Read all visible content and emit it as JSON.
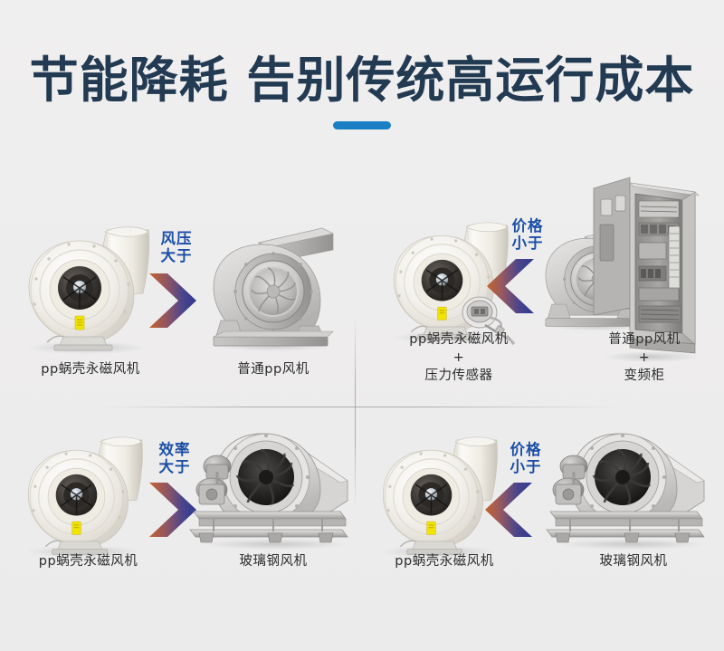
{
  "header": {
    "title": "节能降耗 告别传统高运行成本",
    "accent_color": "#1b7fc4",
    "title_color": "#223a52"
  },
  "theme": {
    "background": "#efeeee",
    "label_blue": "#1b4fa6",
    "arrow_gradient_from": "#c4632c",
    "arrow_gradient_to": "#2e3a8f",
    "caption_color": "#2c2c2c"
  },
  "comparisons": [
    {
      "id": "q1",
      "label_line1": "风压",
      "label_line2": "大于",
      "arrow_direction": "right",
      "left": {
        "product": "pp-volute-permanent-magnet-fan",
        "caption_lines": [
          "pp蜗壳永磁风机"
        ]
      },
      "right": {
        "product": "ordinary-pp-fan",
        "caption_lines": [
          "普通pp风机"
        ]
      }
    },
    {
      "id": "q2",
      "label_line1": "价格",
      "label_line2": "小于",
      "arrow_direction": "left",
      "left": {
        "product": "pp-fan-with-pressure-sensor",
        "caption_lines": [
          "pp蜗壳永磁风机",
          "+",
          "压力传感器"
        ]
      },
      "right": {
        "product": "ordinary-pp-fan-with-vfd-cabinet",
        "caption_lines": [
          "普通pp风机",
          "+",
          "变频柜"
        ]
      }
    },
    {
      "id": "q3",
      "label_line1": "效率",
      "label_line2": "大于",
      "arrow_direction": "right",
      "left": {
        "product": "pp-volute-permanent-magnet-fan",
        "caption_lines": [
          "pp蜗壳永磁风机"
        ]
      },
      "right": {
        "product": "frp-fan",
        "caption_lines": [
          "玻璃钢风机"
        ]
      }
    },
    {
      "id": "q4",
      "label_line1": "价格",
      "label_line2": "小于",
      "arrow_direction": "left",
      "left": {
        "product": "pp-volute-permanent-magnet-fan",
        "caption_lines": [
          "pp蜗壳永磁风机"
        ]
      },
      "right": {
        "product": "frp-fan",
        "caption_lines": [
          "玻璃钢风机"
        ]
      }
    }
  ]
}
